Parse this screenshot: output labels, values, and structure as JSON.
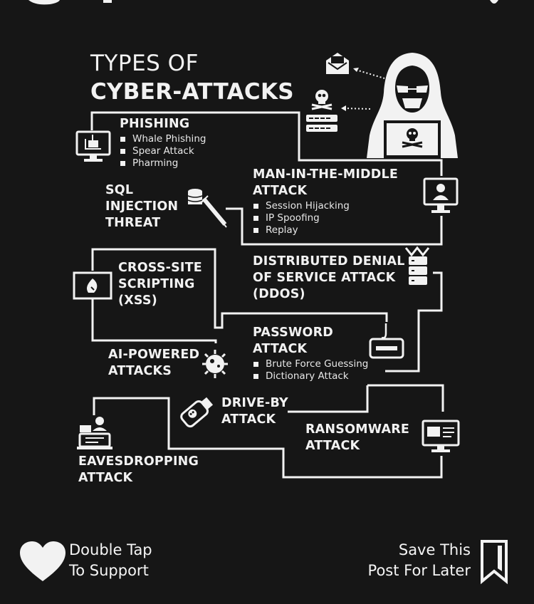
{
  "title": {
    "line1": "TYPES OF",
    "line2": "CYBER-ATTACKS"
  },
  "attacks": {
    "phishing": {
      "label": "PHISHING",
      "items": [
        "Whale Phishing",
        "Spear Attack",
        "Pharming"
      ]
    },
    "mitm": {
      "label": "MAN-IN-THE-MIDDLE\nATTACK",
      "items": [
        "Session Hijacking",
        "IP Spoofing",
        "Replay"
      ]
    },
    "sql": {
      "label": "SQL\nINJECTION\nTHREAT"
    },
    "xss": {
      "label": "CROSS-SITE\nSCRIPTING\n(XSS)"
    },
    "ddos": {
      "label": "DISTRIBUTED DENIAL\nOF SERVICE ATTACK\n(DDOS)"
    },
    "password": {
      "label": "PASSWORD\nATTACK",
      "items": [
        "Brute Force Guessing",
        "Dictionary Attack"
      ]
    },
    "ai": {
      "label": "AI-POWERED\nATTACKS"
    },
    "driveby": {
      "label": "DRIVE-BY\nATTACK"
    },
    "ransomware": {
      "label": "RANSOMWARE\nATTACK"
    },
    "eavesdropping": {
      "label": "EAVESDROPPING\nATTACK"
    }
  },
  "footer": {
    "left_line1": "Double Tap",
    "left_line2": "To Support",
    "right_line1": "Save This",
    "right_line2": "Post For Later"
  },
  "icons": {
    "heart": "heart-icon",
    "bookmark": "bookmark-icon",
    "hacker": "hacker-icon"
  },
  "colors": {
    "background": "#161616",
    "foreground": "#f2f2f2"
  }
}
